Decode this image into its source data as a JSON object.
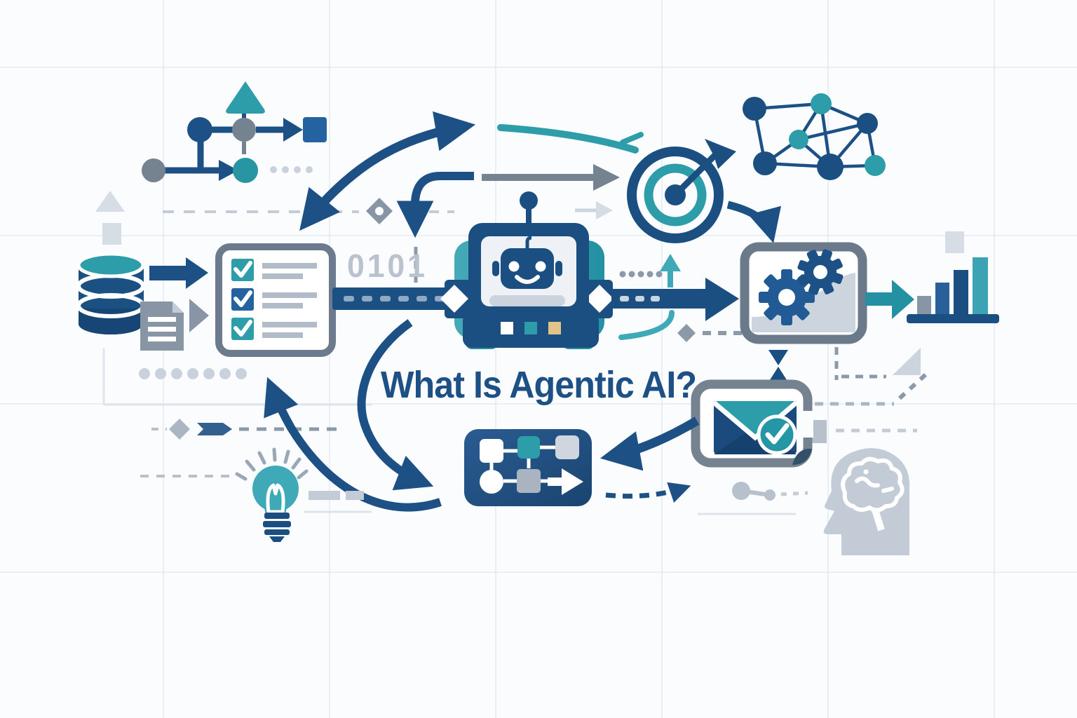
{
  "title": {
    "text": "What Is Agentic AI?"
  },
  "decor": {
    "binary_text": "0101"
  },
  "palette": {
    "navy": "#1b4f82",
    "blue": "#2a6099",
    "teal": "#2d9daa",
    "teal_bright": "#3fa9b8",
    "slate_gray": "#75828f",
    "light_slate": "#b7c1cc",
    "pale_gray": "#d6dde4",
    "screen_gray": "#eef1f5",
    "tan": "#e2c388",
    "title_color": "#1d5186",
    "binary_color": "#b9c3ce",
    "background": "#fbfcfe"
  },
  "illustration": {
    "icons": [
      "flowchart-nodes-icon",
      "database-icon",
      "document-icon",
      "checklist-icon",
      "binary-text",
      "robot-icon",
      "target-icon",
      "network-graph-icon",
      "gears-monitor-icon",
      "bar-chart-icon",
      "hourglass-icon",
      "email-check-tablet-icon",
      "process-flow-box-icon",
      "lightbulb-icon",
      "brain-head-icon"
    ],
    "checklist_items": 3,
    "bar_chart": {
      "type": "bar",
      "values": [
        26,
        45,
        63,
        81
      ],
      "colors": [
        "#8795a5",
        "#2a6099",
        "#1b4f82",
        "#3ba3b4"
      ]
    }
  }
}
